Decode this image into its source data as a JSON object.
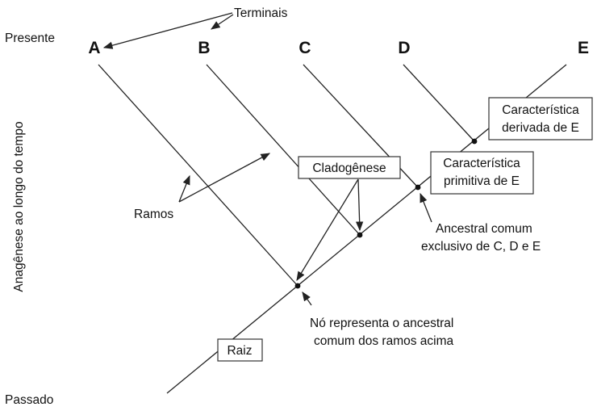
{
  "time_axis": {
    "top": "Presente",
    "bottom": "Passado",
    "label": "Anagênese ao longo do tempo"
  },
  "terminals": [
    "A",
    "B",
    "C",
    "D",
    "E"
  ],
  "labels": {
    "terminais": "Terminais",
    "ramos": "Ramos",
    "cladogenese": "Cladogênese",
    "raiz": "Raiz",
    "derived_line1": "Característica",
    "derived_line2": "derivada de E",
    "primitive_line1": "Característica",
    "primitive_line2": "primitiva de E",
    "ancestor_cde_line1": "Ancestral comum",
    "ancestor_cde_line2": "exclusivo de C, D e E",
    "node_line1": "Nó representa o ancestral",
    "node_line2": "comum dos ramos acima"
  }
}
